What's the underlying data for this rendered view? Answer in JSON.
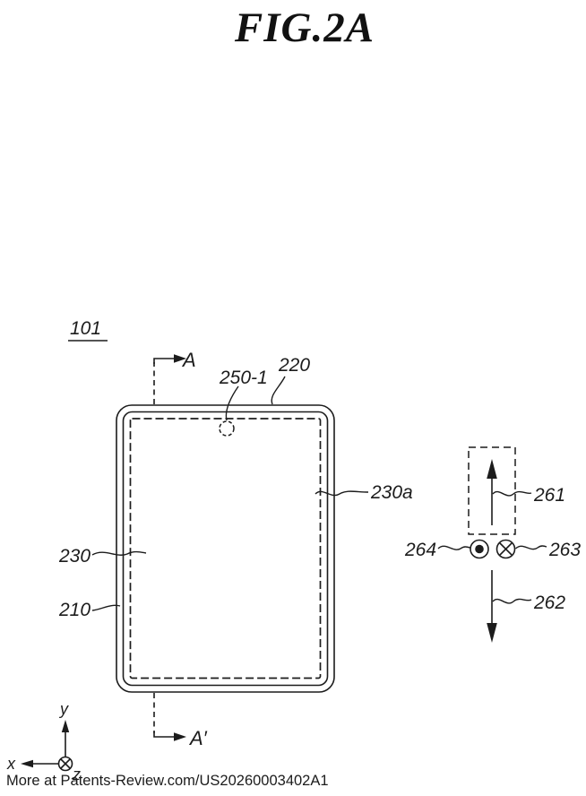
{
  "figure": {
    "title": "FIG.2A",
    "device_ref": "101",
    "section_markers": {
      "top": "A",
      "bottom": "A′"
    },
    "labels": {
      "l250_1": "250-1",
      "l220": "220",
      "l230a": "230a",
      "l230": "230",
      "l210": "210",
      "l261": "261",
      "l262": "262",
      "l263": "263",
      "l264": "264"
    },
    "axes": {
      "x": "x",
      "y": "y",
      "z": "z"
    }
  },
  "icons": {
    "out_of_page": "circled-dot-icon",
    "into_page": "circled-x-icon",
    "origin": "circled-x-icon",
    "up": "up-arrow-icon",
    "down": "down-arrow-icon"
  },
  "colors": {
    "line": "#1c1c1c",
    "background": "#ffffff"
  },
  "watermark": "More at Patents-Review.com/US20260003402A1"
}
